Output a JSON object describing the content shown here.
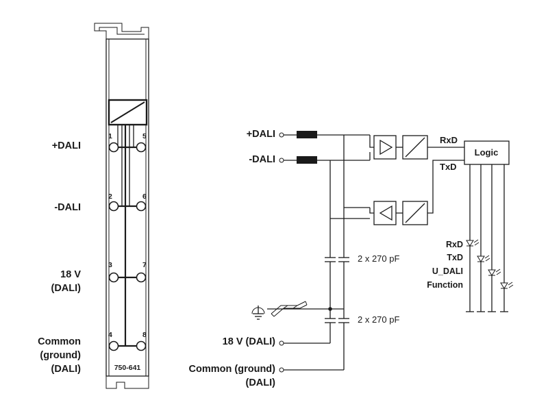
{
  "module": {
    "part_number": "750-641",
    "left_labels": {
      "dali_plus": "+DALI",
      "dali_minus": "-DALI",
      "v18_line1": "18 V",
      "v18_line2": "(DALI)",
      "common_line1": "Common",
      "common_line2": "(ground)",
      "common_line3": "(DALI)"
    },
    "terminals": [
      "1",
      "2",
      "3",
      "4",
      "5",
      "6",
      "7",
      "8"
    ]
  },
  "schematic": {
    "dali_plus": "+DALI",
    "dali_minus": "-DALI",
    "v18": "18 V (DALI)",
    "common_line1": "Common (ground)",
    "common_line2": "(DALI)",
    "cap_upper": "2 x 270 pF",
    "cap_lower": "2 x 270 pF",
    "rxd": "RxD",
    "txd": "TxD",
    "logic": "Logic",
    "leds": [
      "RxD",
      "TxD",
      "U_DALI",
      "Function"
    ]
  },
  "icons": [
    "ground-symbol-icon",
    "din-rail-icon",
    "led-icon",
    "isolator-icon",
    "amplifier-icon",
    "inductor-icon"
  ]
}
